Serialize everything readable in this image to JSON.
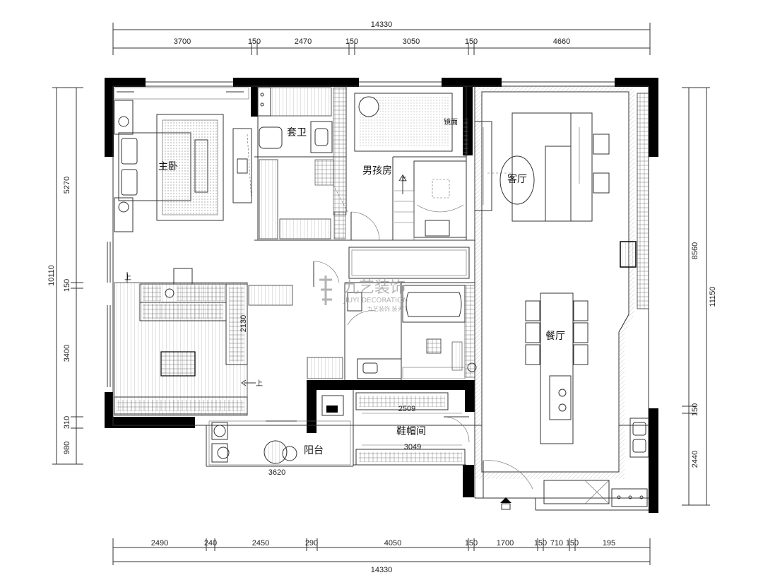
{
  "dimensions": {
    "top_total": "14330",
    "top_segments": [
      "3700",
      "150",
      "2470",
      "150",
      "3050",
      "150",
      "4660"
    ],
    "bottom_segments": [
      "2490",
      "240",
      "2450",
      "290",
      "4050",
      "150",
      "1700",
      "150",
      "710",
      "150",
      "195"
    ],
    "bottom_total": "14330",
    "left_total": "10110",
    "left_segments": [
      "5270",
      "150",
      "3400",
      "310",
      "980"
    ],
    "right_segments": [
      "8560",
      "150",
      "2440"
    ],
    "right_total": "11150",
    "inner": {
      "d2130": "2130",
      "d2509": "2509",
      "d3049": "3049",
      "d3620": "3620"
    }
  },
  "rooms": {
    "master_bedroom": "主卧",
    "ensuite_bath": "套卫",
    "boys_room": "男孩房",
    "living_room": "客厅",
    "dining_room": "餐厅",
    "shoe_room": "鞋帽间",
    "balcony": "阳台"
  },
  "labels": {
    "mirror": "镜面",
    "up_arrow": "上"
  },
  "watermark": {
    "brand_cn": "九艺装饰",
    "brand_en": "JIUYI DECORATION",
    "slogan": "九艺装饰 装天下"
  },
  "colors": {
    "wall": "#000000",
    "line": "#333333",
    "watermark": "#9a9a9a"
  }
}
